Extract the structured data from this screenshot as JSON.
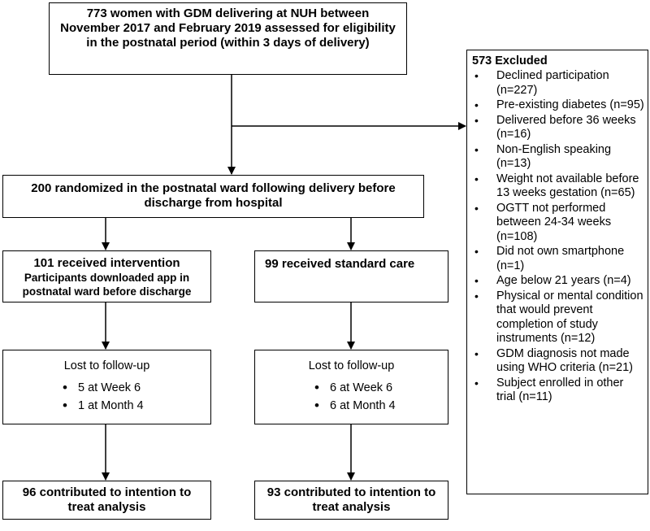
{
  "top_box": {
    "text": "773 women with GDM delivering at NUH between November 2017 and February 2019 assessed for eligibility in the postnatal period (within 3 days of delivery)"
  },
  "excluded": {
    "title": "573 Excluded",
    "items": [
      "Declined participation (n=227)",
      "Pre-existing diabetes (n=95)",
      "Delivered before 36 weeks (n=16)",
      "Non-English speaking (n=13)",
      "Weight not available before 13 weeks gestation (n=65)",
      "OGTT not performed between 24-34 weeks (n=108)",
      "Did not own smartphone (n=1)",
      "Age below 21 years (n=4)",
      "Physical or mental condition that would prevent completion of study instruments (n=12)",
      "GDM diagnosis not made using WHO criteria (n=21)",
      "Subject enrolled in other trial (n=11)"
    ]
  },
  "randomized_box": {
    "text": "200 randomized in the postnatal ward following delivery before discharge from hospital"
  },
  "intervention_box": {
    "title": "101 received intervention",
    "subtitle": "Participants downloaded app in postnatal ward before discharge"
  },
  "standard_box": {
    "title": "99 received standard care"
  },
  "lost_intervention": {
    "title": "Lost to follow-up",
    "items": [
      "5 at Week 6",
      "1 at Month 4"
    ]
  },
  "lost_standard": {
    "title": "Lost to follow-up",
    "items": [
      "6 at Week 6",
      "6 at Month 4"
    ]
  },
  "itt_intervention": {
    "text": "96 contributed to intention to treat analysis"
  },
  "itt_standard": {
    "text": "93 contributed to intention to treat analysis"
  },
  "colors": {
    "line": "#000000",
    "background": "#ffffff"
  }
}
